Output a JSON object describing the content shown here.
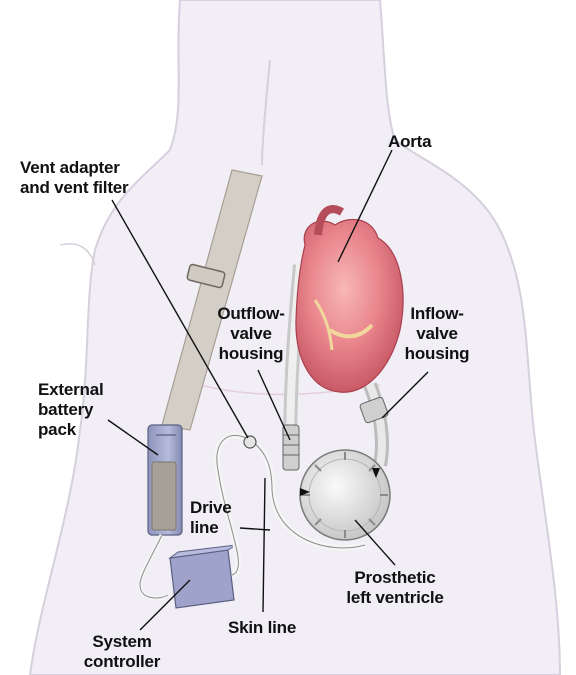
{
  "labels": {
    "aorta": "Aorta",
    "vent": "Vent adapter\nand vent filter",
    "outflow": "Outflow-\nvalve\nhousing",
    "inflow": "Inflow-\nvalve\nhousing",
    "battery": "External\nbattery\npack",
    "drive": "Drive\nline",
    "prosthetic": "Prosthetic\nleft ventricle",
    "skin": "Skin line",
    "controller": "System\ncontroller"
  },
  "colors": {
    "skin": "#f1eef6",
    "body_outline": "#d6d0dd",
    "heart": "#e8808a",
    "device": "#d8d8d8",
    "strap": "#d3cec6",
    "battery": "#9aa0c4",
    "leader": "#111111"
  },
  "icons": [
    "heart-illustration",
    "pump-device",
    "battery-pack",
    "controller-box"
  ]
}
